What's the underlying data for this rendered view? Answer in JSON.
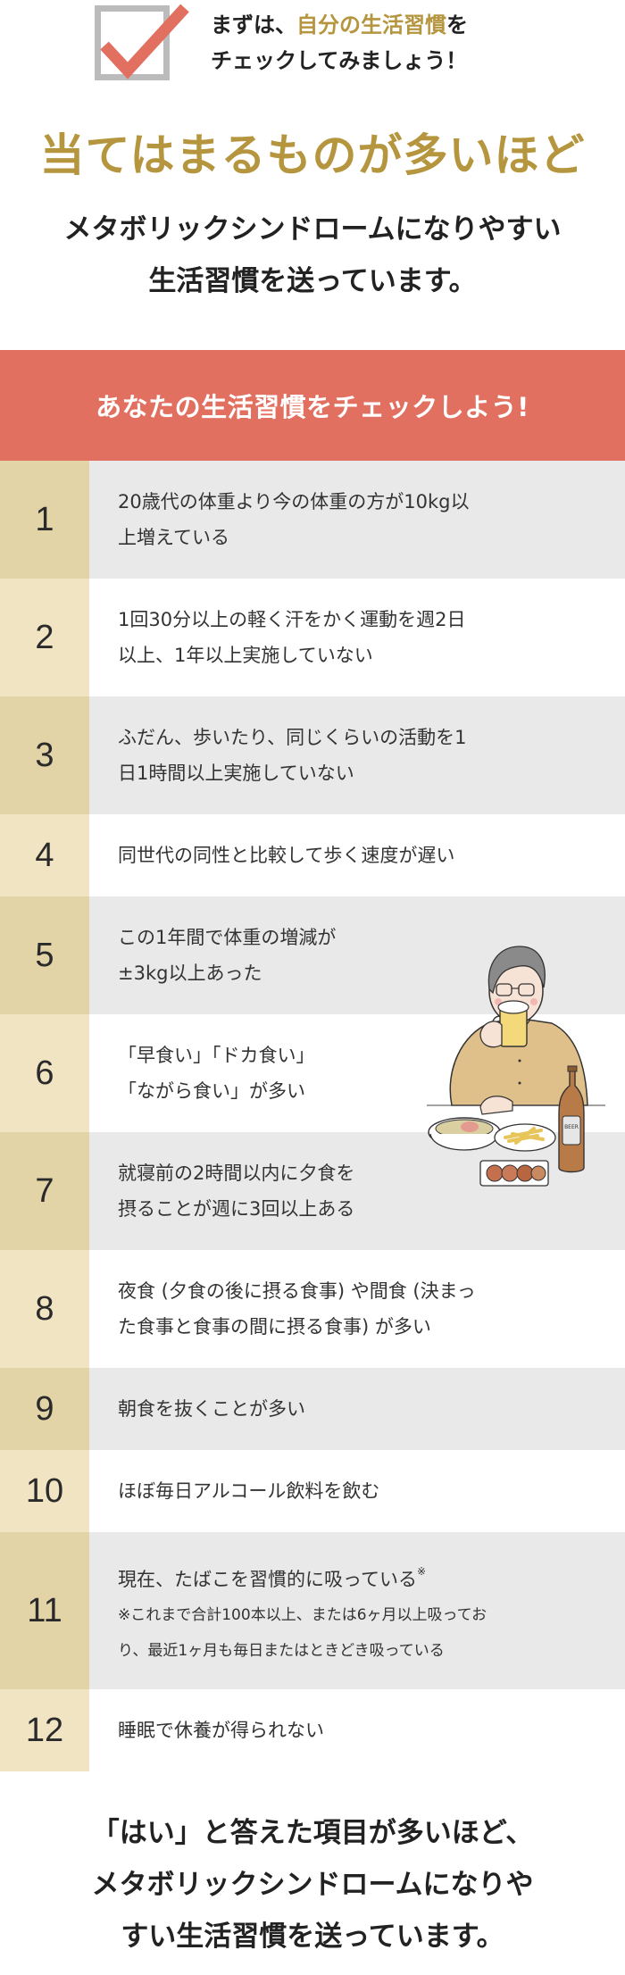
{
  "intro": {
    "line1_prefix": "まずは、",
    "line1_accent": "自分の生活習慣",
    "line1_suffix": "を",
    "line2": "チェックしてみましょう！",
    "icon": "checkbox-checked-icon"
  },
  "headline": "当てはまるものが多いほど",
  "subhead": {
    "line1": "メタボリックシンドロームになりやすい",
    "line2": "生活習慣を送っています。"
  },
  "band": {
    "label": "あなたの生活習慣をチェックしよう!"
  },
  "items": [
    {
      "num": "1",
      "line1": "20歳代の体重より今の体重の方が10kg以",
      "line2": "上増えている"
    },
    {
      "num": "2",
      "line1": "1回30分以上の軽く汗をかく運動を週2日",
      "line2": "以上、1年以上実施していない"
    },
    {
      "num": "3",
      "line1": "ふだん、歩いたり、同じくらいの活動を1",
      "line2": "日1時間以上実施していない"
    },
    {
      "num": "4",
      "line1": "同世代の同性と比較して歩く速度が遅い"
    },
    {
      "num": "5",
      "line1": "この1年間で体重の増減が",
      "line2": "±3kg以上あった"
    },
    {
      "num": "6",
      "line1": "「早食い」「ドカ食い」",
      "line2": "「ながら食い」が多い"
    },
    {
      "num": "7",
      "line1": "就寝前の2時間以内に夕食を",
      "line2": "摂ることが週に3回以上ある"
    },
    {
      "num": "8",
      "line1": "夜食 (夕食の後に摂る食事) や間食 (決まっ",
      "line2": "た食事と食事の間に摂る食事) が多い"
    },
    {
      "num": "9",
      "line1": "朝食を抜くことが多い"
    },
    {
      "num": "10",
      "line1": "ほぼ毎日アルコール飲料を飲む"
    },
    {
      "num": "11",
      "line1": "現在、たばこを習慣的に吸っている",
      "mark": "※",
      "note1": "※これまで合計100本以上、または6ヶ月以上吸ってお",
      "note2": "り、最近1ヶ月も毎日またはときどき吸っている"
    },
    {
      "num": "12",
      "line1": "睡眠で休養が得られない"
    }
  ],
  "illustration": {
    "icon": "man-drinking-beer-illustration",
    "bottle_label": "BEER"
  },
  "conclusion": {
    "line1": "「はい」と答えた項目が多いほど、",
    "line2": "メタボリックシンドロームになりや",
    "line3": "すい生活習慣を送っています。"
  },
  "colors": {
    "accent_gold": "#b5953e",
    "band_coral": "#e27060",
    "check_coral": "#e27060",
    "num_dark": "#e2d4a7",
    "num_light": "#f0e4c3",
    "row_gray": "#e9e9e9",
    "checkbox_border": "#bbbbbb"
  }
}
